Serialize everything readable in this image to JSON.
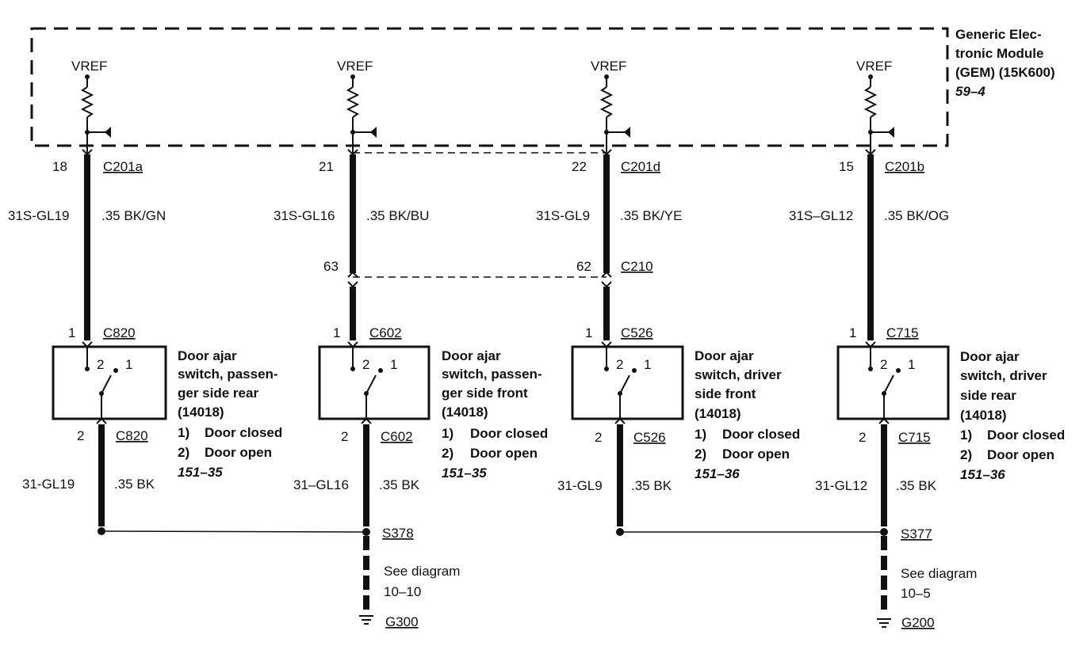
{
  "module": {
    "lines": [
      "Generic Elec-",
      "tronic Module",
      "(GEM) (15K600)"
    ],
    "ref": "59–4",
    "vref": "VREF"
  },
  "circuits": [
    {
      "id": "passenger-rear",
      "pin_top": "18",
      "conn_top": "C201a",
      "wire_top_circuit": "31S-GL19",
      "wire_top_gauge": ".35 BK/GN",
      "switch_pin": "1",
      "switch_conn": "C820",
      "switch_contacts": [
        "2",
        "1"
      ],
      "switch_desc": [
        "Door ajar",
        "switch, passen-",
        "ger side rear",
        "(14018)"
      ],
      "states": [
        {
          "num": "1)",
          "text": "Door closed"
        },
        {
          "num": "2)",
          "text": "Door open"
        }
      ],
      "ref": "151–35",
      "pin_bottom": "2",
      "conn_bottom": "C820",
      "wire_bottom_circuit": "31-GL19",
      "wire_bottom_gauge": ".35 BK"
    },
    {
      "id": "passenger-front",
      "pin_top": "21",
      "conn_top": "",
      "wire_top_circuit": "31S-GL16",
      "wire_top_gauge": ".35 BK/BU",
      "inline_pin": "63",
      "switch_pin": "1",
      "switch_conn": "C602",
      "switch_contacts": [
        "2",
        "1"
      ],
      "switch_desc": [
        "Door ajar",
        "switch, passen-",
        "ger side front",
        "(14018)"
      ],
      "states": [
        {
          "num": "1)",
          "text": "Door closed"
        },
        {
          "num": "2)",
          "text": "Door open"
        }
      ],
      "ref": "151–35",
      "pin_bottom": "2",
      "conn_bottom": "C602",
      "wire_bottom_circuit": "31–GL16",
      "wire_bottom_gauge": ".35 BK"
    },
    {
      "id": "driver-front",
      "pin_top": "22",
      "conn_top": "C201d",
      "wire_top_circuit": "31S-GL9",
      "wire_top_gauge": ".35 BK/YE",
      "inline_pin": "62",
      "inline_conn": "C210",
      "switch_pin": "1",
      "switch_conn": "C526",
      "switch_contacts": [
        "2",
        "1"
      ],
      "switch_desc": [
        "Door ajar",
        "switch, driver",
        "side front",
        "(14018)"
      ],
      "states": [
        {
          "num": "1)",
          "text": "Door closed"
        },
        {
          "num": "2)",
          "text": "Door open"
        }
      ],
      "ref": "151–36",
      "pin_bottom": "2",
      "conn_bottom": "C526",
      "wire_bottom_circuit": "31-GL9",
      "wire_bottom_gauge": ".35 BK"
    },
    {
      "id": "driver-rear",
      "pin_top": "15",
      "conn_top": "C201b",
      "wire_top_circuit": "31S–GL12",
      "wire_top_gauge": ".35 BK/OG",
      "switch_pin": "1",
      "switch_conn": "C715",
      "switch_contacts": [
        "2",
        "1"
      ],
      "switch_desc": [
        "Door ajar",
        "switch, driver",
        "side rear",
        "(14018)"
      ],
      "states": [
        {
          "num": "1)",
          "text": "Door closed"
        },
        {
          "num": "2)",
          "text": "Door open"
        }
      ],
      "ref": "151–36",
      "pin_bottom": "2",
      "conn_bottom": "C715",
      "wire_bottom_circuit": "31-GL12",
      "wire_bottom_gauge": ".35 BK"
    }
  ],
  "splices": [
    {
      "id": "S378",
      "see": "See diagram",
      "page": "10–10",
      "ground": "G300"
    },
    {
      "id": "S377",
      "see": "See diagram",
      "page": "10–5",
      "ground": "G200"
    }
  ]
}
